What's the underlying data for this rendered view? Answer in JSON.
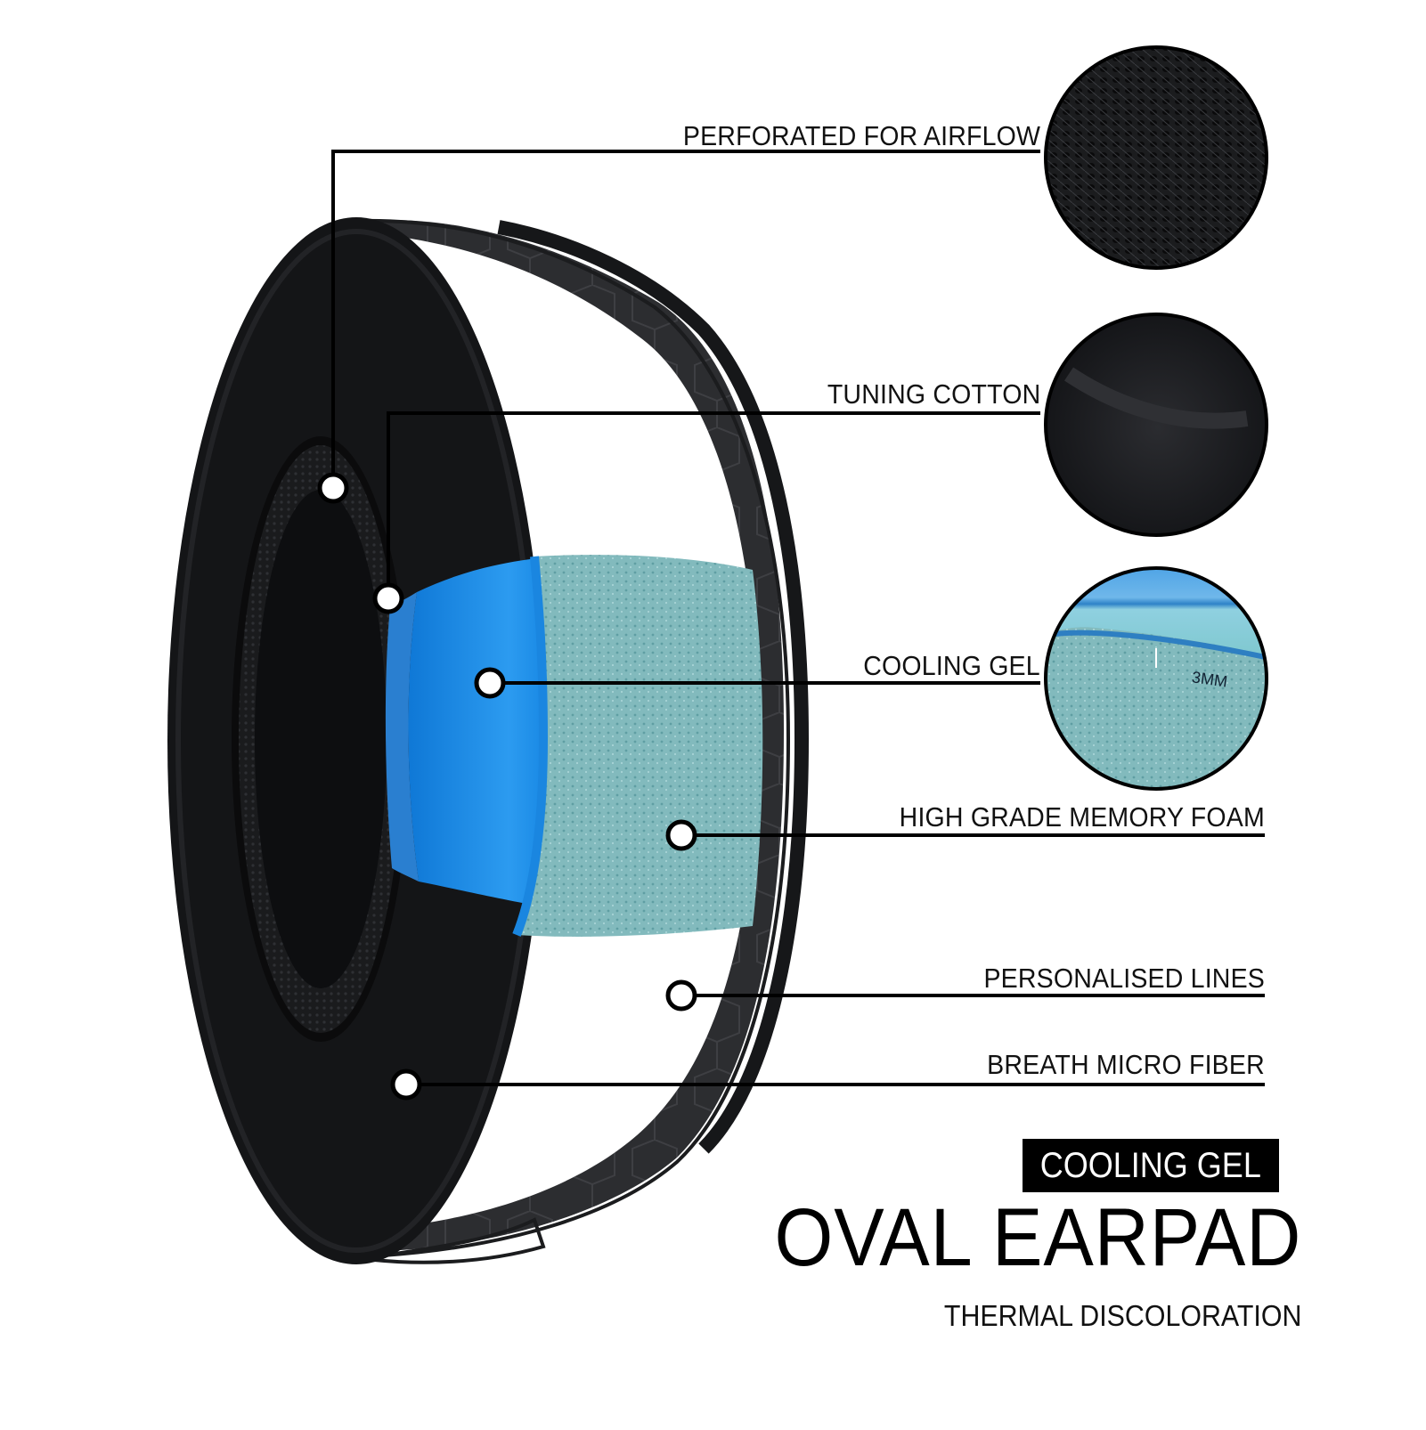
{
  "callouts": [
    {
      "id": "perforated",
      "label": "PERFORATED FOR AIRFLOW"
    },
    {
      "id": "tuning",
      "label": "TUNING COTTON"
    },
    {
      "id": "gel",
      "label": "COOLING GEL"
    },
    {
      "id": "foam",
      "label": "HIGH GRADE MEMORY FOAM"
    },
    {
      "id": "lines",
      "label": "PERSONALISED LINES"
    },
    {
      "id": "fiber",
      "label": "BREATH MICRO FIBER"
    }
  ],
  "gel_thickness_label": "3MM",
  "product": {
    "badge": "COOLING GEL",
    "title": "OVAL EARPAD",
    "subtitle": "THERMAL DISCOLORATION"
  },
  "colors": {
    "pad_black": "#151618",
    "pad_side": "#2a2b2e",
    "gel_blue": "#1e8fe6",
    "foam_teal": "#7fb9bd",
    "line": "#000000"
  }
}
